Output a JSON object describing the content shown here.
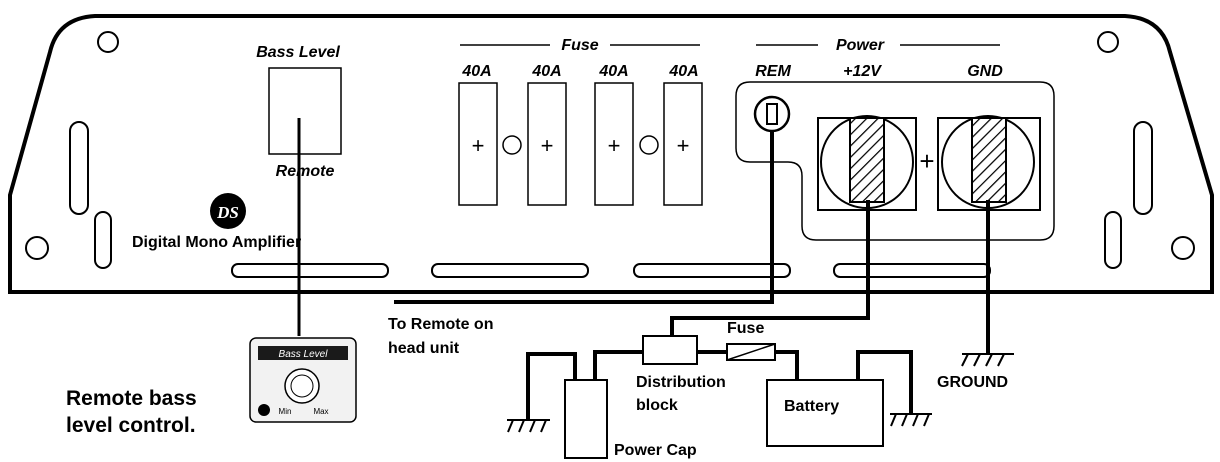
{
  "amplifier": {
    "brand_logo_text": "DS",
    "model_label": "Digital Mono Amplifier",
    "bass_level": {
      "top_label": "Bass Level",
      "bottom_label": "Remote"
    },
    "fuse_section": {
      "title": "Fuse",
      "fuses": [
        "40A",
        "40A",
        "40A",
        "40A"
      ],
      "plus_symbol": "+"
    },
    "power_section": {
      "title": "Power",
      "terminals": [
        "REM",
        "+12V",
        "GND"
      ],
      "plus_symbol": "+"
    }
  },
  "wiring": {
    "remote_caption": "To Remote on\nhead unit",
    "remote_caption_line1": "To Remote on",
    "remote_caption_line2": "head unit",
    "fuse_label": "Fuse",
    "distribution_line1": "Distribution",
    "distribution_line2": "block",
    "battery_label": "Battery",
    "power_cap_label": "Power Cap",
    "ground_label": "GROUND"
  },
  "remote_control": {
    "device_label": "Bass Level",
    "min_label": "Min",
    "max_label": "Max",
    "caption_line1": "Remote bass",
    "caption_line2": "level control."
  },
  "colors": {
    "ink": "#000000",
    "background": "#ffffff",
    "hatch": "#000000",
    "device_fill": "#f2f2f2"
  }
}
